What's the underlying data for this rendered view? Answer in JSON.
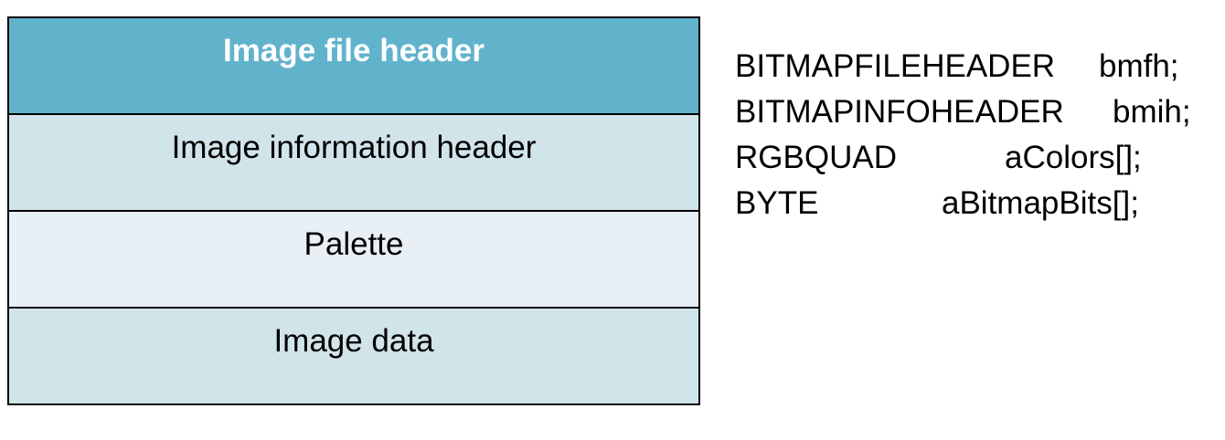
{
  "structure": {
    "rows": [
      {
        "label": "Image file header",
        "fill": "#61b3cc",
        "header": true
      },
      {
        "label": "Image information header",
        "fill": "#d1e4ea",
        "header": false
      },
      {
        "label": "Palette",
        "fill": "#e8f0f5",
        "header": false
      },
      {
        "label": "Image data",
        "fill": "#d1e4ea",
        "header": false
      }
    ]
  },
  "code": {
    "lines": [
      {
        "type": "BITMAPFILEHEADER",
        "name": "bmfh;"
      },
      {
        "type": "BITMAPINFOHEADER",
        "name": "bmih;"
      },
      {
        "type": "RGBQUAD",
        "name": "aColors[];"
      },
      {
        "type": "BYTE",
        "name": "aBitmapBits[];"
      }
    ]
  }
}
